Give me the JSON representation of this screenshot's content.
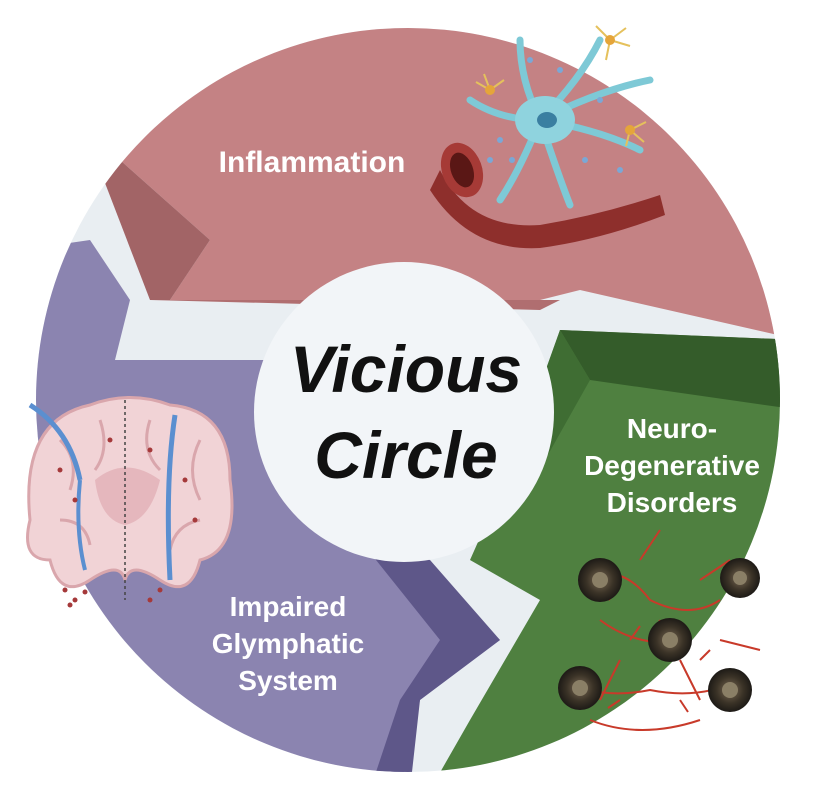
{
  "center": {
    "line1": "Vicious",
    "line2": "Circle"
  },
  "segments": {
    "inflammation": {
      "label": "Inflammation",
      "color": "#c48284",
      "shadow": "#a26466"
    },
    "neuro": {
      "line1": "Neuro-",
      "line2": "Degenerative",
      "line3": "Disorders",
      "color": "#4f8040",
      "shadow": "#345c2a"
    },
    "glymphatic": {
      "line1": "Impaired",
      "line2": "Glymphatic",
      "line3": "System",
      "color": "#8b84b0",
      "shadow": "#5e5789"
    }
  },
  "colors": {
    "ring_bg": "#e9eef2",
    "center_bg": "#f2f5f8"
  },
  "icons": {
    "inflammation": "neuron-and-blood-vessel-icon",
    "glymphatic": "brain-section-icon",
    "neuro": "amyloid-plaque-icon"
  }
}
